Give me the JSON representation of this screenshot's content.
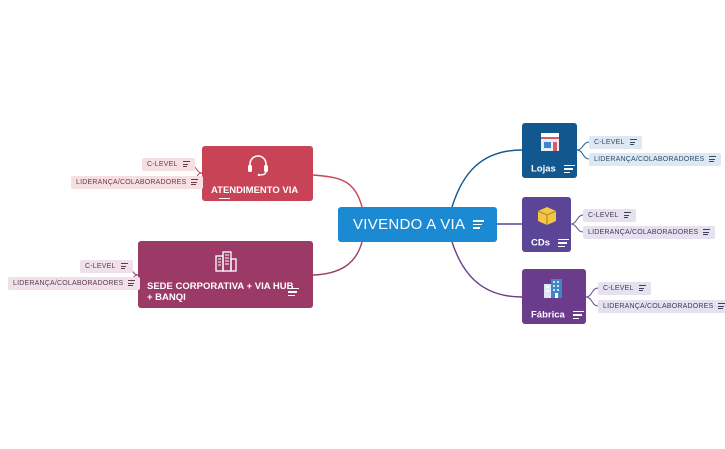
{
  "central": {
    "label": "VIVENDO A VIA"
  },
  "branches": [
    {
      "id": "atendimento",
      "label": "ATENDIMENTO VIA",
      "icon": "headset-icon",
      "color": "#c84355",
      "subs": [
        "C-LEVEL",
        "LIDERANÇA/COLABORADORES"
      ]
    },
    {
      "id": "sede",
      "label": "SEDE CORPORATIVA + VIA HUB + BANQI",
      "icon": "office-building-icon",
      "color": "#9c3a67",
      "subs": [
        "C-LEVEL",
        "LIDERANÇA/COLABORADORES"
      ]
    },
    {
      "id": "lojas",
      "label": "Lojas",
      "icon": "storefront-icon",
      "color": "#13578f",
      "subs": [
        "C-LEVEL",
        "LIDERANÇA/COLABORADORES"
      ]
    },
    {
      "id": "cds",
      "label": "CDs",
      "icon": "package-box-icon",
      "color": "#5a4596",
      "subs": [
        "C-LEVEL",
        "LIDERANÇA/COLABORADORES"
      ]
    },
    {
      "id": "fabrica",
      "label": "Fábrica",
      "icon": "factory-building-icon",
      "color": "#6b3c8c",
      "subs": [
        "C-LEVEL",
        "LIDERANÇA/COLABORADORES"
      ]
    }
  ]
}
